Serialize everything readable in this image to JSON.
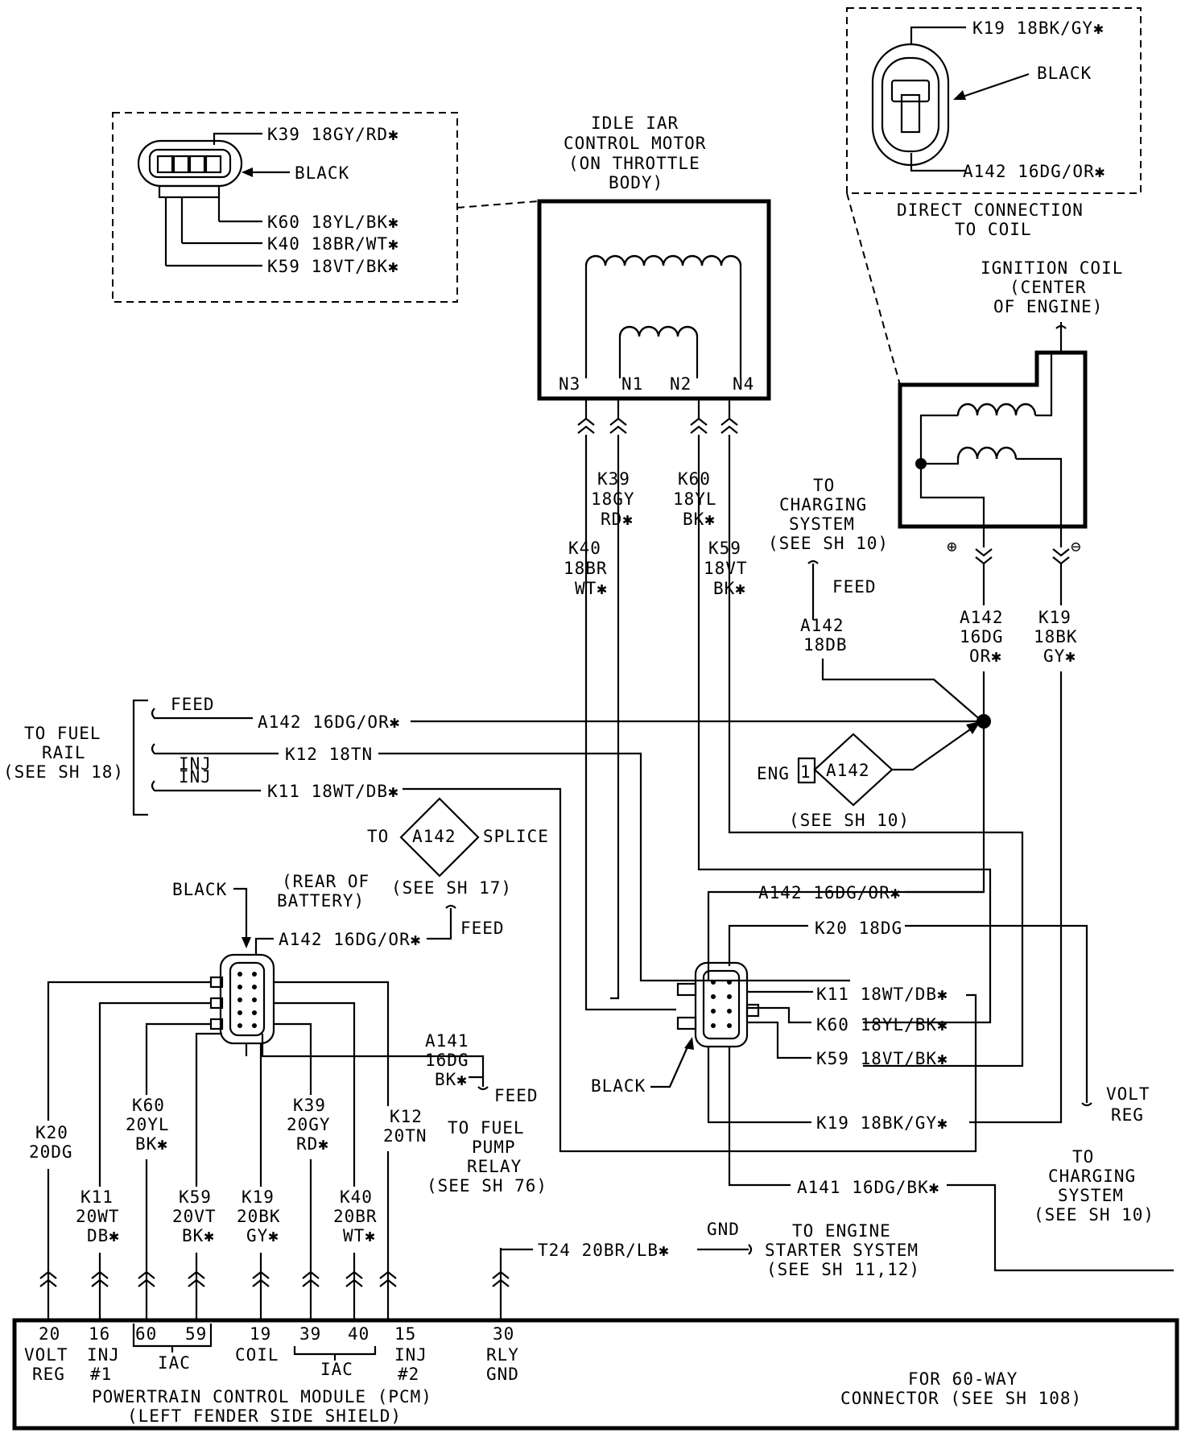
{
  "conn_iac": {
    "k39": "K39 18GY/RD✱",
    "black": "BLACK",
    "k60": "K60 18YL/BK✱",
    "k40": "K40 18BR/WT✱",
    "k59": "K59 18VT/BK✱"
  },
  "iac_motor": {
    "title1": "IDLE IAR",
    "title2": "CONTROL MOTOR",
    "title3": "(ON THROTTLE",
    "title4": "BODY)",
    "n3": "N3",
    "n1": "N1",
    "n2": "N2",
    "n4": "N4"
  },
  "conn_coil": {
    "k19": "K19 18BK/GY✱",
    "black": "BLACK",
    "a142": "A142 16DG/OR✱",
    "cap1": "DIRECT CONNECTION",
    "cap2": "TO COIL"
  },
  "coil": {
    "t1": "IGNITION COIL",
    "t2": "(CENTER",
    "t3": "OF ENGINE)",
    "plus": "⊕",
    "minus": "⊖"
  },
  "wires_mid": {
    "k39a": "K39",
    "k39b": "18GY",
    "k39c": "RD✱",
    "k60a": "K60",
    "k60b": "18YL",
    "k60c": "BK✱",
    "k40a": "K40",
    "k40b": "18BR",
    "k40c": "WT✱",
    "k59a": "K59",
    "k59b": "18VT",
    "k59c": "BK✱"
  },
  "charging": {
    "l1": "TO",
    "l2": "CHARGING",
    "l3": "SYSTEM",
    "l4": "(SEE SH 10)",
    "feed": "FEED",
    "a142a": "A142",
    "a142b": "18DB"
  },
  "coil_wires": {
    "a142a": "A142",
    "a142b": "16DG",
    "a142c": "OR✱",
    "k19a": "K19",
    "k19b": "18BK",
    "k19c": "GY✱"
  },
  "fuel_rail": {
    "l1": "TO FUEL",
    "l2": "RAIL",
    "l3": "(SEE SH 18)",
    "feed": "FEED",
    "inj1": "INJ",
    "inj2": "INJ",
    "w1": "A142 16DG/OR✱",
    "w2": "K12 18TN",
    "w3": "K11 18WT/DB✱"
  },
  "eng": {
    "eng": "ENG",
    "pin": "1",
    "id": "A142",
    "see": "(SEE SH 10)"
  },
  "splice": {
    "to": "TO",
    "id": "A142",
    "splice": "SPLICE",
    "see": "(SEE SH 17)",
    "feed": "FEED"
  },
  "battery_conn": {
    "black": "BLACK",
    "rear1": "(REAR OF",
    "rear2": "BATTERY)",
    "a142": "A142 16DG/OR✱"
  },
  "right_conn": {
    "a142": "A142 16DG/OR✱",
    "k20": "K20 18DG",
    "k11": "K11 18WT/DB✱",
    "k60": "K60 18YL/BK✱",
    "k59": "K59 18VT/BK✱",
    "black": "BLACK",
    "k19": "K19 18BK/GY✱",
    "a141": "A141 16DG/BK✱"
  },
  "volt_reg": {
    "l1": "VOLT",
    "l2": "REG",
    "c1": "TO",
    "c2": "CHARGING",
    "c3": "SYSTEM",
    "c4": "(SEE SH 10)"
  },
  "fuel_pump": {
    "a141a": "A141",
    "a141b": "16DG",
    "a141c": "BK✱",
    "feed": "FEED",
    "l1": "TO FUEL",
    "l2": "PUMP",
    "l3": "RELAY",
    "l4": "(SEE SH 76)"
  },
  "pcm_wires": {
    "k20a": "K20",
    "k20b": "20DG",
    "k60a": "K60",
    "k60b": "20YL",
    "k60c": "BK✱",
    "k39a": "K39",
    "k39b": "20GY",
    "k39c": "RD✱",
    "k12a": "K12",
    "k12b": "20TN",
    "k11a": "K11",
    "k11b": "20WT",
    "k11c": "DB✱",
    "k59a": "K59",
    "k59b": "20VT",
    "k59c": "BK✱",
    "k19a": "K19",
    "k19b": "20BK",
    "k19c": "GY✱",
    "k40a": "K40",
    "k40b": "20BR",
    "k40c": "WT✱"
  },
  "starter": {
    "t24": "T24 20BR/LB✱",
    "gnd": "GND",
    "l1": "TO ENGINE",
    "l2": "STARTER SYSTEM",
    "l3": "(SEE SH 11,12)"
  },
  "pcm": {
    "p20": "20",
    "p16": "16",
    "p60": "60",
    "p59": "59",
    "p19": "19",
    "p39": "39",
    "p40": "40",
    "p15": "15",
    "p30": "30",
    "volt": "VOLT",
    "reg": "REG",
    "inj1a": "INJ",
    "inj1b": "#1",
    "iac1": "IAC",
    "coil": "COIL",
    "iac2": "IAC",
    "inj2a": "INJ",
    "inj2b": "#2",
    "rly": "RLY",
    "gnd": "GND",
    "title1": "POWERTRAIN CONTROL MODULE (PCM)",
    "title2": "(LEFT FENDER SIDE SHIELD)",
    "conn1": "FOR 60-WAY",
    "conn2": "CONNECTOR (SEE SH 108)"
  }
}
